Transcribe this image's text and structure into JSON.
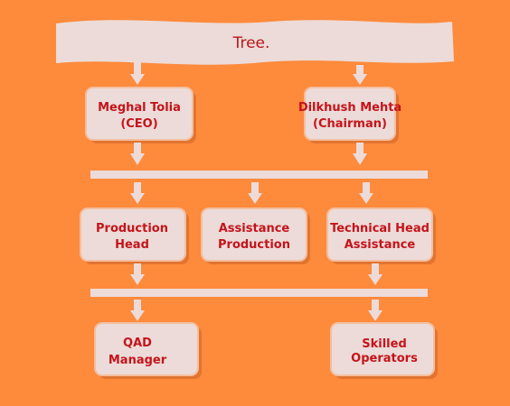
{
  "banner": {
    "title": "Tree."
  },
  "nodes": {
    "ceo": {
      "line1": "Meghal Tolia",
      "line2": "(CEO)"
    },
    "chairman": {
      "line1": "Dilkhush Mehta",
      "line2": "(Chairman)"
    },
    "production_head": {
      "line1": "Production",
      "line2": "Head"
    },
    "assistance_production": {
      "line1": "Assistance",
      "line2": "Production"
    },
    "technical_head_assistance": {
      "line1": "Technical Head",
      "line2": "Assistance"
    },
    "qad_manager": {
      "line1": "QAD",
      "line2": "Manager"
    },
    "skilled_operators": {
      "line1": "Skilled",
      "line2": "Operators"
    }
  },
  "colors": {
    "background": "#fe8a3c",
    "box_fill": "#ecdbd8",
    "text": "#c4141b"
  }
}
